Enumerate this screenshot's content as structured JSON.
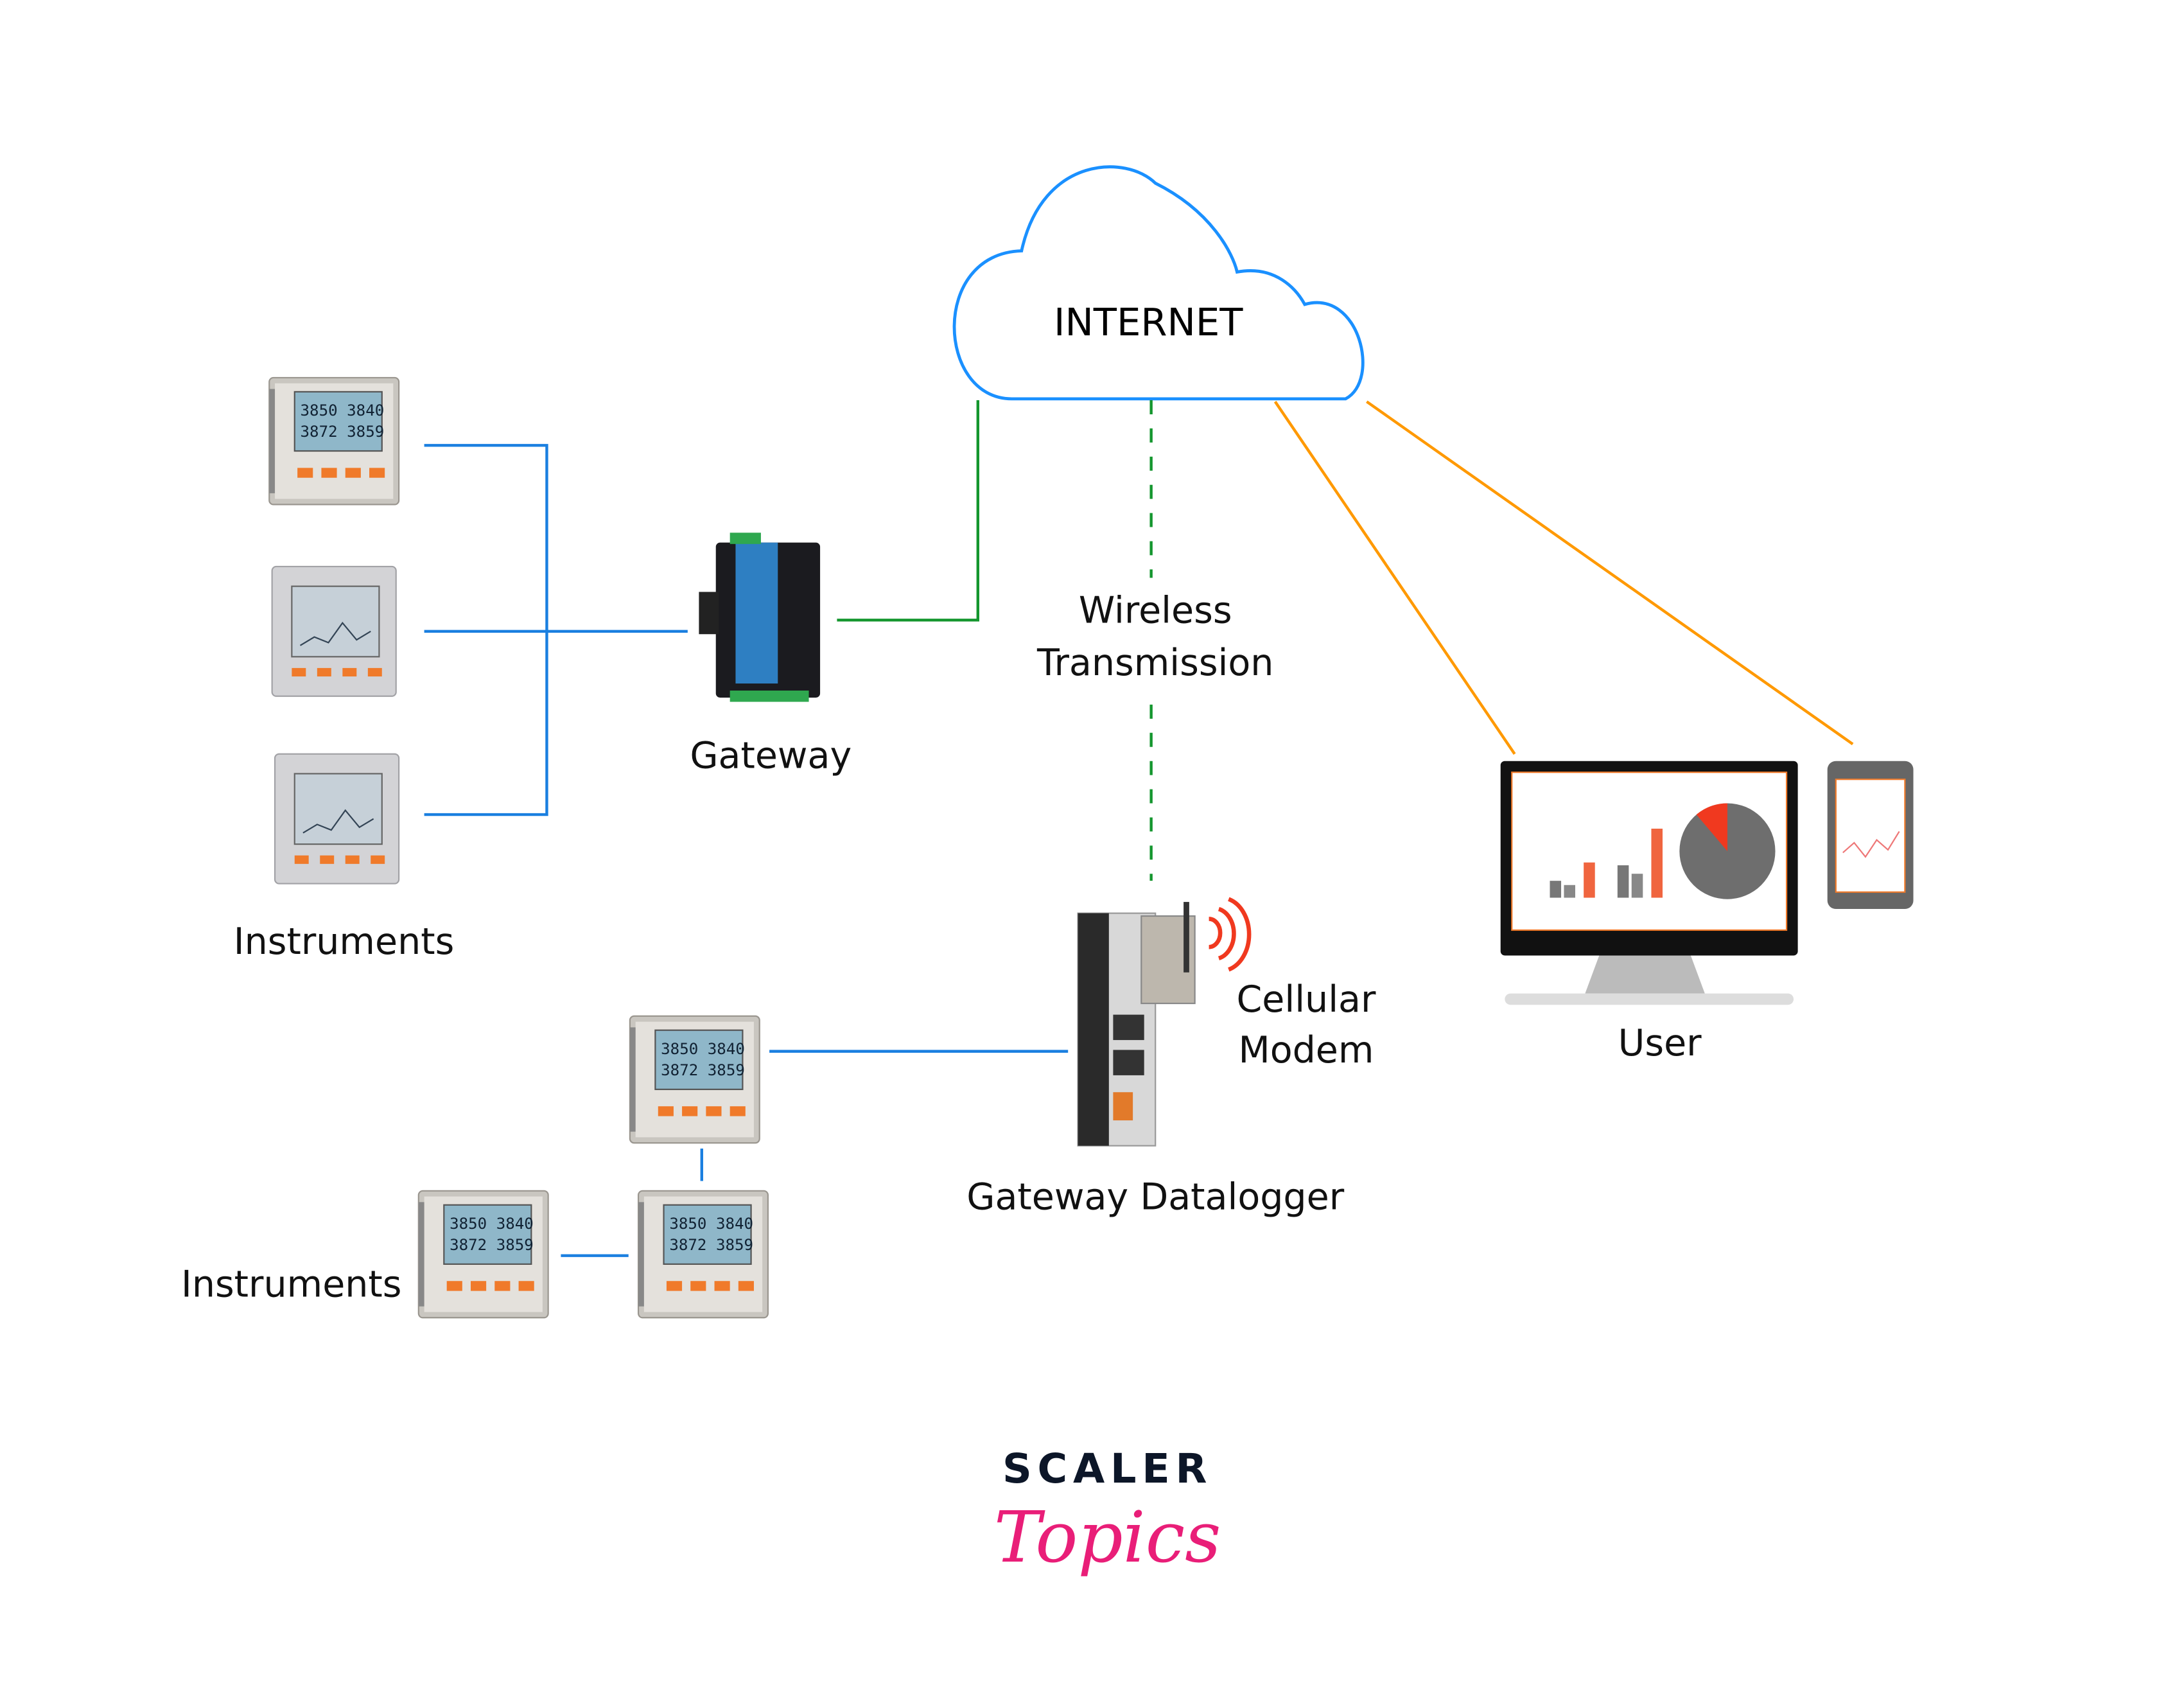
{
  "cloud": {
    "label": "INTERNET"
  },
  "wireless": {
    "line1": "Wireless",
    "line2": "Transmission"
  },
  "gateway": {
    "label": "Gateway"
  },
  "instruments_top": {
    "label": "Instruments"
  },
  "instruments_bottom": {
    "label": "Instruments"
  },
  "modem": {
    "line1": "Cellular",
    "line2": "Modem"
  },
  "datalogger": {
    "label": "Gateway Datalogger"
  },
  "user": {
    "label": "User"
  },
  "logo": {
    "line1": "SCALER",
    "line2": "Topics"
  },
  "colors": {
    "cloud": "#1a90ff",
    "wired": "#1a7fe0",
    "green_link": "#14962e",
    "orange_link": "#ff9900",
    "logo_dark": "#0c1628",
    "logo_pink": "#e91e78"
  }
}
